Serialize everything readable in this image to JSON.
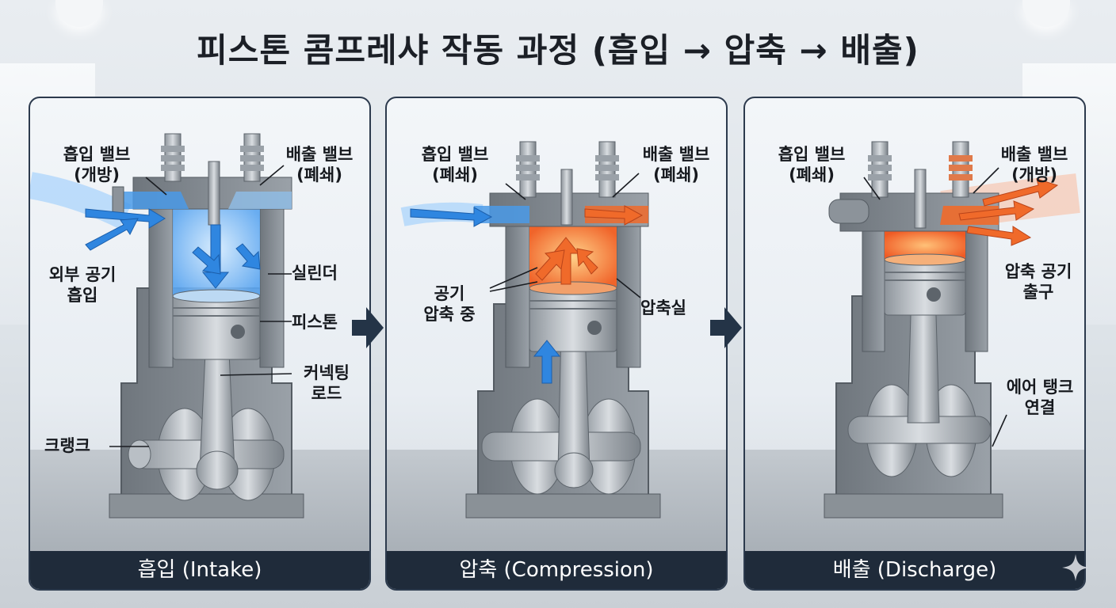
{
  "title": "피스톤 콤프레샤 작동 과정 (흡입 → 압축 → 배출)",
  "colors": {
    "intake_blue": "#3d8fe0",
    "compress_orange": "#f06a2a",
    "panel_border": "#2c3a4d",
    "caption_bg": "#1f2b3a"
  },
  "panels": [
    {
      "caption": "흡입 (Intake)",
      "labels": {
        "intake_valve": "흡입 밸브",
        "intake_valve_state": "(개방)",
        "exhaust_valve": "배출 밸브",
        "exhaust_valve_state": "(폐쇄)",
        "outside_air_1": "외부 공기",
        "outside_air_2": "흡입",
        "cylinder": "실린더",
        "piston": "피스톤",
        "rod_1": "커넥팅",
        "rod_2": "로드",
        "crank": "크랭크"
      }
    },
    {
      "caption": "압축 (Compression)",
      "labels": {
        "intake_valve": "흡입 밸브",
        "intake_valve_state": "(폐쇄)",
        "exhaust_valve": "배출 밸브",
        "exhaust_valve_state": "(폐쇄)",
        "compressing_1": "공기",
        "compressing_2": "압축 중",
        "chamber": "압축실"
      }
    },
    {
      "caption": "배출 (Discharge)",
      "labels": {
        "intake_valve": "흡입 밸브",
        "intake_valve_state": "(폐쇄)",
        "exhaust_valve": "배출 밸브",
        "exhaust_valve_state": "(개방)",
        "outlet_1": "압축 공기",
        "outlet_2": "출구",
        "tank_1": "에어 탱크",
        "tank_2": "연결"
      }
    }
  ]
}
